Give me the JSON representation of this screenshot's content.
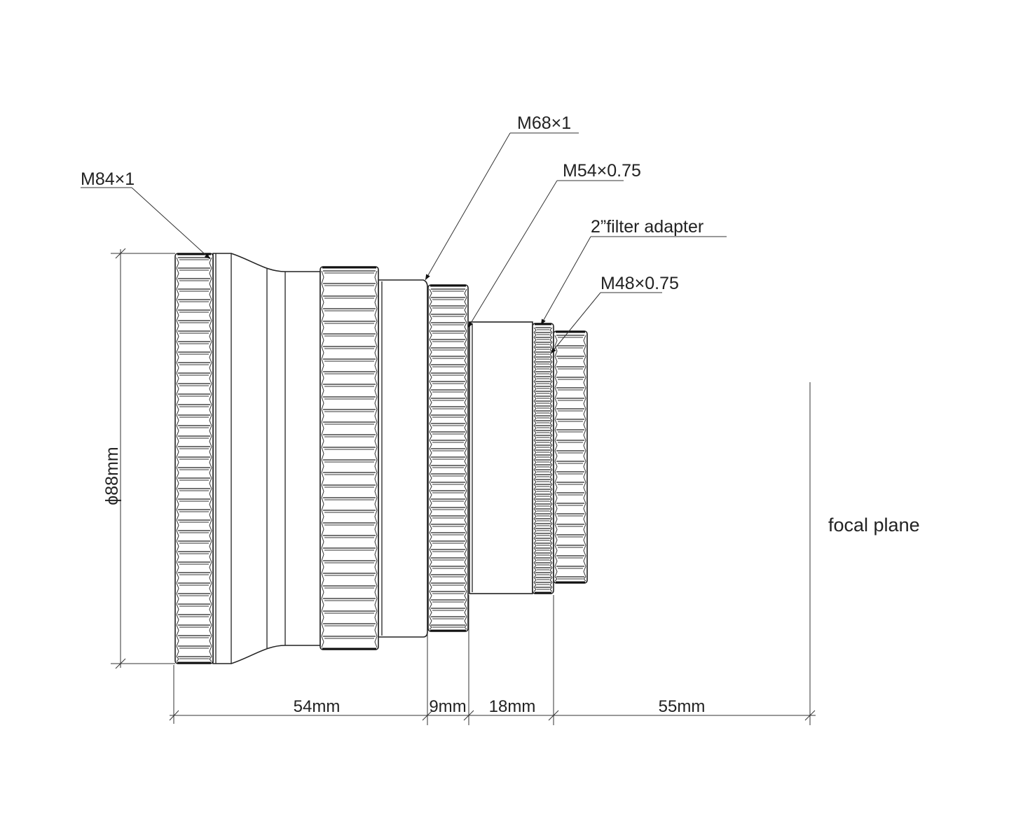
{
  "diagram": {
    "title": "Optical train spacing drawing",
    "callouts": {
      "m84": "M84×1",
      "m68": "M68×1",
      "m54": "M54×0.75",
      "filter_adapter": "2”filter adapter",
      "m48": "M48×0.75"
    },
    "diameter_label": "ϕ88mm",
    "dimensions": [
      "54mm",
      "9mm",
      "18mm",
      "55mm"
    ],
    "focal_plane_label": "focal plane",
    "line_color": "#222222",
    "background": "#ffffff"
  }
}
